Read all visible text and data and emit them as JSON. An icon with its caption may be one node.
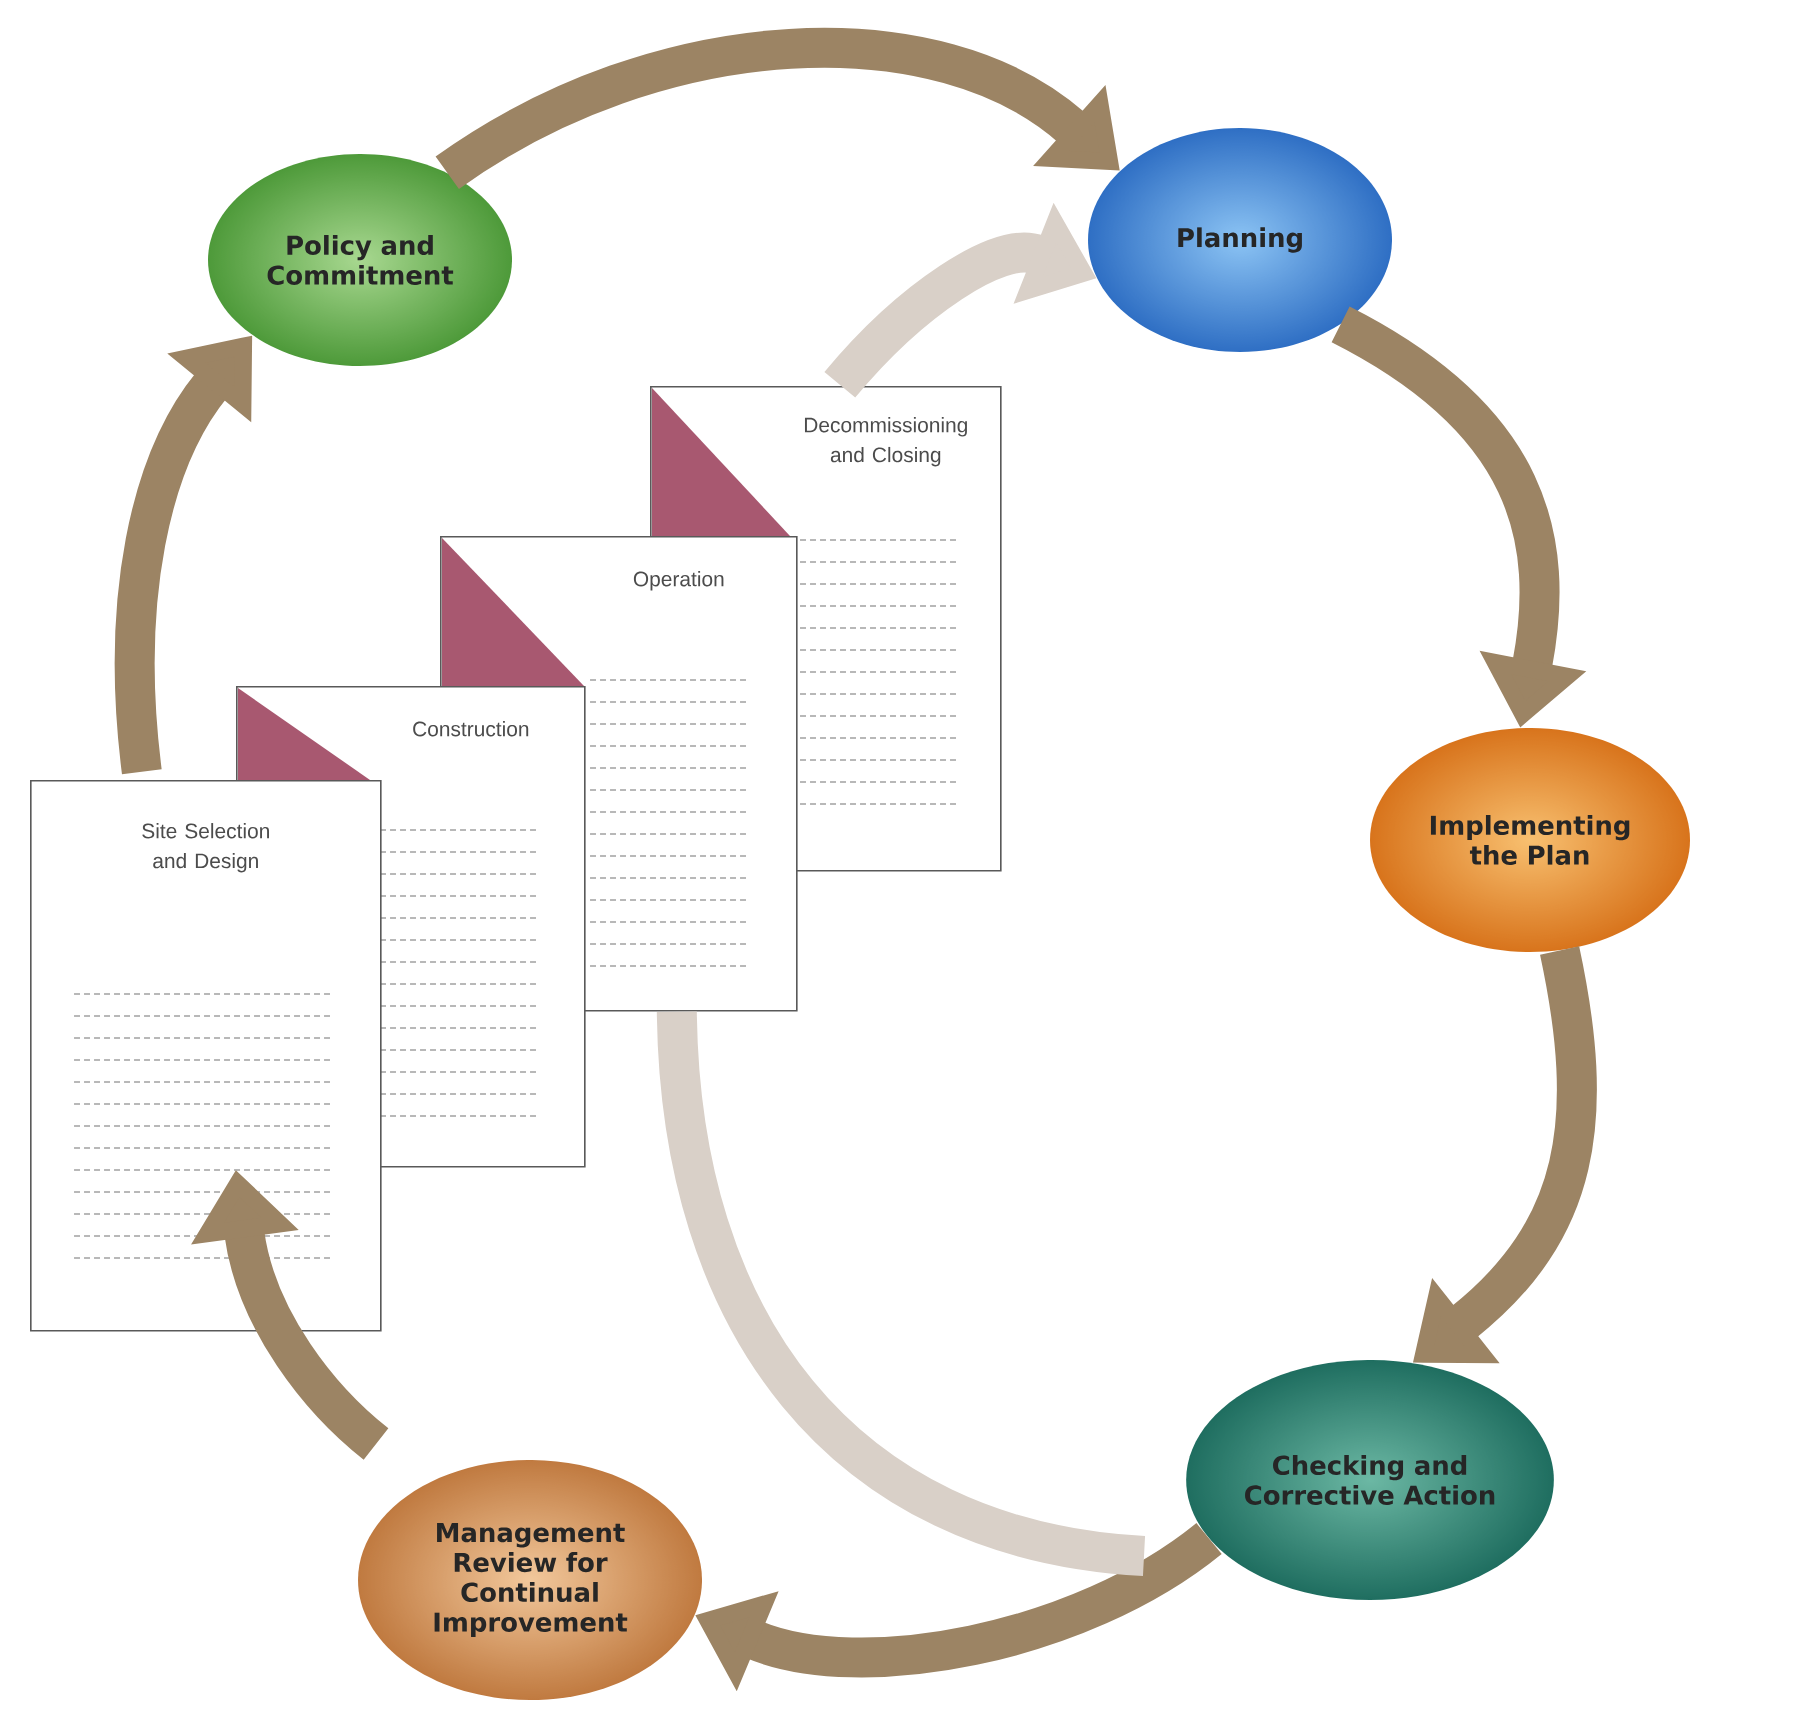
{
  "diagram": {
    "nodes": [
      {
        "text": [
          "Policy and Commitment"
        ]
      },
      {
        "text": [
          "Planning"
        ]
      },
      {
        "text": [
          "Implementing the Plan"
        ]
      },
      {
        "text": [
          "Checking and Corrective Action"
        ]
      },
      {
        "text": [
          "Management Review for Continual Improvement"
        ]
      },
      {
        "text": [
          "Site Selection and Design"
        ]
      },
      {
        "text": [
          "Construction"
        ]
      },
      {
        "text": [
          "Operation"
        ]
      },
      {
        "text": [
          "Decommissioning and Closing"
        ]
      }
    ],
    "edges": [
      {
        "from": 0,
        "to": 1,
        "arrow": "to"
      },
      {
        "from": 1,
        "to": 2,
        "arrow": "to"
      },
      {
        "from": 2,
        "to": 3,
        "arrow": "to"
      },
      {
        "from": 3,
        "to": 4,
        "arrow": "to"
      },
      {
        "from": 4,
        "to": 5,
        "arrow": "to"
      },
      {
        "from": 5,
        "to": 0,
        "arrow": "to"
      },
      {
        "from": 3,
        "to": 7,
        "arrow": "none",
        "color": "#d9d0c8"
      },
      {
        "from": 8,
        "to": 1,
        "arrow": "to",
        "color": "#d9d0c8"
      }
    ]
  }
}
